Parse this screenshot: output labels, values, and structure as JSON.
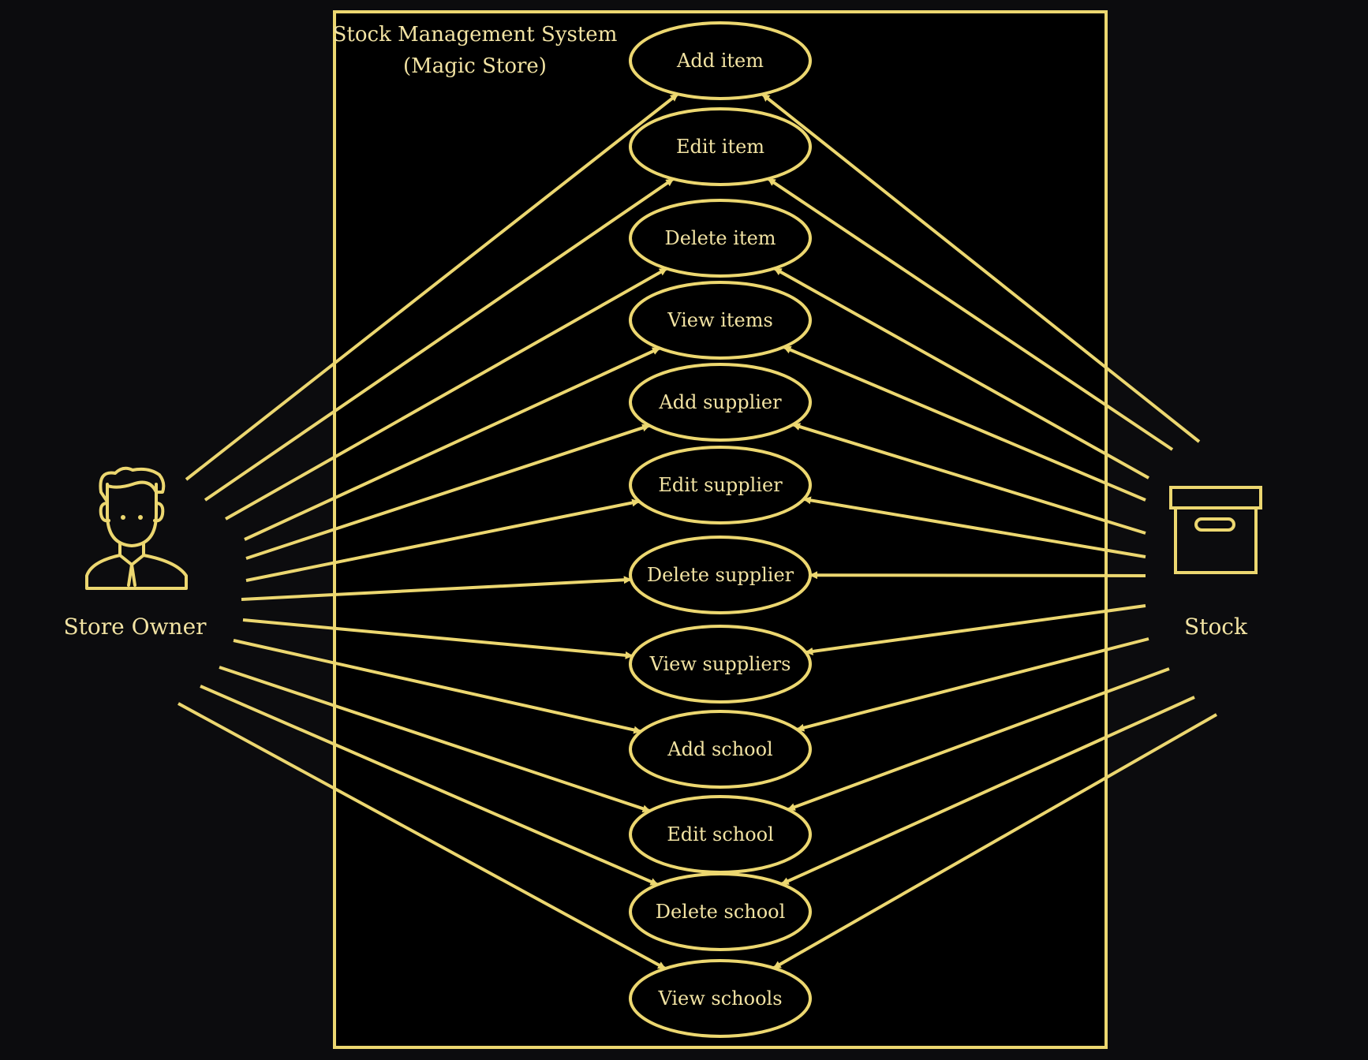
{
  "diagram": {
    "system": {
      "title_line1": "Stock Management System",
      "title_line2": "(Magic Store)"
    },
    "actors": {
      "owner": {
        "label": "Store Owner",
        "icon": "person-icon"
      },
      "stock": {
        "label": "Stock",
        "icon": "box-icon"
      }
    },
    "use_cases": [
      "Add item",
      "Edit item",
      "Delete item",
      "View items",
      "Add supplier",
      "Edit supplier",
      "Delete supplier",
      "View suppliers",
      "Add school",
      "Edit school",
      "Delete school",
      "View schools"
    ],
    "colors": {
      "background": "#0c0c0e",
      "line": "#ecd770",
      "text": "#f2e3a3"
    }
  }
}
